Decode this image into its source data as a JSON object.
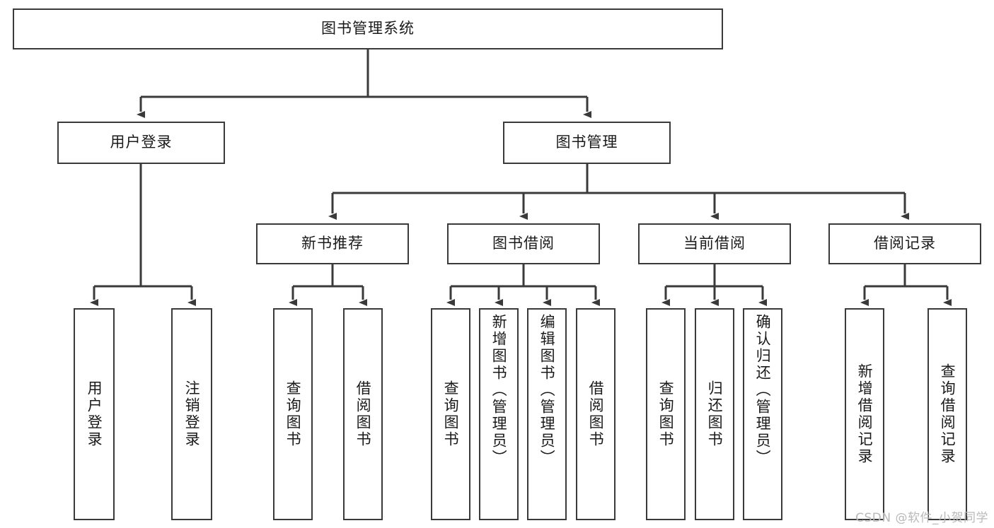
{
  "diagram": {
    "type": "tree-hierarchy",
    "title": "图书管理系统",
    "watermark": "CSDN @软件_小贺同学",
    "colors": {
      "stroke": "#3a3a3a",
      "fill": "#ffffff",
      "text": "#1a1a1a",
      "watermark": "#b9b9b9"
    },
    "levels": [
      {
        "level": 1,
        "nodes": [
          {
            "id": "root",
            "label": "图书管理系统",
            "orientation": "horizontal"
          }
        ]
      },
      {
        "level": 2,
        "nodes": [
          {
            "id": "user-login",
            "label": "用户登录",
            "orientation": "horizontal",
            "parent": "root"
          },
          {
            "id": "book-manage",
            "label": "图书管理",
            "orientation": "horizontal",
            "parent": "root"
          }
        ]
      },
      {
        "level": 3,
        "nodes": [
          {
            "id": "new-book-rec",
            "label": "新书推荐",
            "orientation": "horizontal",
            "parent": "book-manage"
          },
          {
            "id": "book-borrow",
            "label": "图书借阅",
            "orientation": "horizontal",
            "parent": "book-manage"
          },
          {
            "id": "current-borrow",
            "label": "当前借阅",
            "orientation": "horizontal",
            "parent": "book-manage"
          },
          {
            "id": "borrow-record",
            "label": "借阅记录",
            "orientation": "horizontal",
            "parent": "book-manage"
          }
        ]
      },
      {
        "level": 4,
        "nodes": [
          {
            "id": "leaf-user-login",
            "label": "用户登录",
            "orientation": "vertical",
            "parent": "user-login"
          },
          {
            "id": "leaf-logout",
            "label": "注销登录",
            "orientation": "vertical",
            "parent": "user-login"
          },
          {
            "id": "leaf-query-book-1",
            "label": "查询图书",
            "orientation": "vertical",
            "parent": "new-book-rec"
          },
          {
            "id": "leaf-borrow-book-1",
            "label": "借阅图书",
            "orientation": "vertical",
            "parent": "new-book-rec"
          },
          {
            "id": "leaf-query-book-2",
            "label": "查询图书",
            "orientation": "vertical",
            "parent": "book-borrow"
          },
          {
            "id": "leaf-add-book",
            "label": "新增图书（管理员）",
            "orientation": "vertical",
            "parent": "book-borrow"
          },
          {
            "id": "leaf-edit-book",
            "label": "编辑图书（管理员）",
            "orientation": "vertical",
            "parent": "book-borrow"
          },
          {
            "id": "leaf-borrow-book-2",
            "label": "借阅图书",
            "orientation": "vertical",
            "parent": "book-borrow"
          },
          {
            "id": "leaf-query-book-3",
            "label": "查询图书",
            "orientation": "vertical",
            "parent": "current-borrow"
          },
          {
            "id": "leaf-return-book",
            "label": "归还图书",
            "orientation": "vertical",
            "parent": "current-borrow"
          },
          {
            "id": "leaf-confirm-return",
            "label": "确认归还（管理员）",
            "orientation": "vertical",
            "parent": "current-borrow"
          },
          {
            "id": "leaf-add-record",
            "label": "新增借阅记录",
            "orientation": "vertical",
            "parent": "borrow-record"
          },
          {
            "id": "leaf-query-record",
            "label": "查询借阅记录",
            "orientation": "vertical",
            "parent": "borrow-record"
          }
        ]
      }
    ]
  }
}
